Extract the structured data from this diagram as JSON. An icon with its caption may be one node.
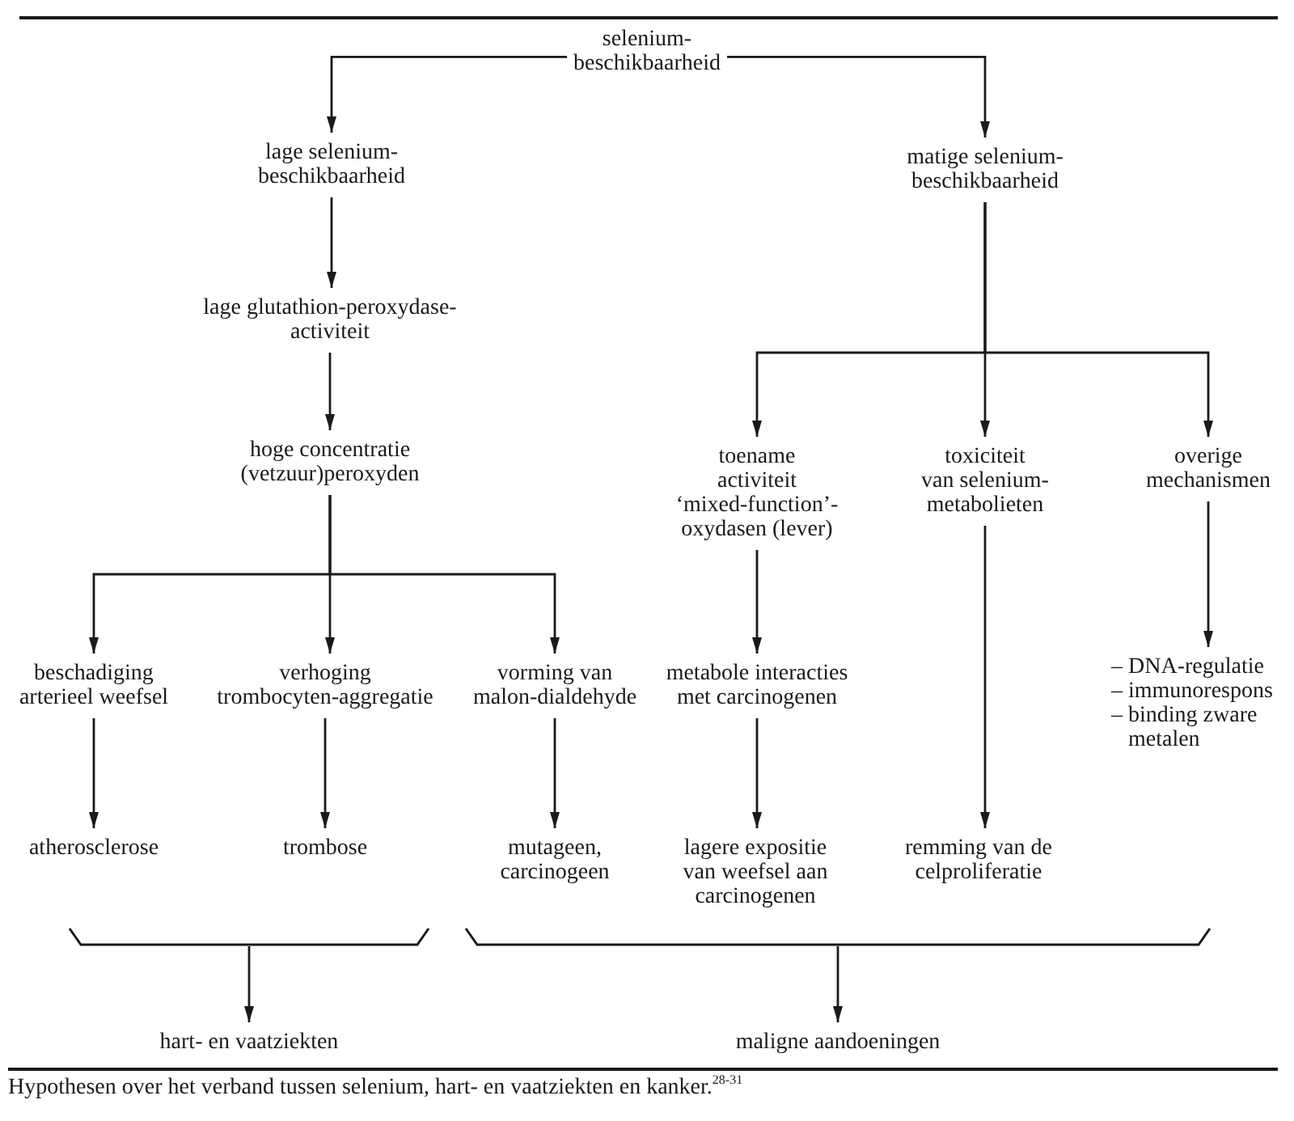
{
  "diagram": {
    "caption": "Hypothesen over het verband tussen selenium, hart- en vaatziekten en kanker.$^{28-31}$",
    "nodes": [
      {
        "text": [
          "selenium- beschikbaarheid"
        ]
      },
      {
        "text": [
          "lage selenium- beschikbaarheid"
        ]
      },
      {
        "text": [
          "matige selenium- beschikbaarheid"
        ]
      },
      {
        "text": [
          "lage glutathion-peroxydase- activiteit"
        ]
      },
      {
        "text": [
          "hoge concentratie (vetzuur)peroxyden"
        ]
      },
      {
        "text": [
          "toename activiteit ‘mixed-function’- oxydasen (lever)"
        ]
      },
      {
        "text": [
          "toxiciteit van selenium- metabolieten"
        ]
      },
      {
        "text": [
          "overige mechanismen"
        ]
      },
      {
        "text": [
          "beschadiging arterieel weefsel"
        ]
      },
      {
        "text": [
          "verhoging trombocyten-aggregatie"
        ]
      },
      {
        "text": [
          "vorming van malon-dialdehyde"
        ]
      },
      {
        "text": [
          "metabole interacties met carcinogenen"
        ]
      },
      {
        "text": [
          "– DNA-regulatie",
          "– immunorespons",
          "– binding zware metalen"
        ]
      },
      {
        "text": [
          "atherosclerose"
        ]
      },
      {
        "text": [
          "trombose"
        ]
      },
      {
        "text": [
          "mutageen, carcinogeen"
        ]
      },
      {
        "text": [
          "lagere expositie van weefsel aan carcinogenen"
        ]
      },
      {
        "text": [
          "remming van de celproliferatie"
        ]
      },
      {
        "text": [],
        "shape": "bracket"
      },
      {
        "text": [],
        "shape": "bracket"
      },
      {
        "text": [
          "hart- en vaatziekten"
        ]
      },
      {
        "text": [
          "maligne aandoeningen"
        ]
      }
    ],
    "edges": [
      {
        "from": 0,
        "to": 1,
        "arrow": "to"
      },
      {
        "from": 0,
        "to": 2,
        "arrow": "to"
      },
      {
        "from": 1,
        "to": 3,
        "arrow": "to"
      },
      {
        "from": 2,
        "to": 5,
        "arrow": "to"
      },
      {
        "from": 2,
        "to": 6,
        "arrow": "to"
      },
      {
        "from": 2,
        "to": 7,
        "arrow": "to"
      },
      {
        "from": 3,
        "to": 4,
        "arrow": "to"
      },
      {
        "from": 4,
        "to": 8,
        "arrow": "to"
      },
      {
        "from": 4,
        "to": 9,
        "arrow": "to"
      },
      {
        "from": 4,
        "to": 10,
        "arrow": "to"
      },
      {
        "from": 5,
        "to": 11,
        "arrow": "to"
      },
      {
        "from": 6,
        "to": 17,
        "arrow": "to"
      },
      {
        "from": 7,
        "to": 12,
        "arrow": "to"
      },
      {
        "from": 8,
        "to": 13,
        "arrow": "to"
      },
      {
        "from": 9,
        "to": 14,
        "arrow": "to"
      },
      {
        "from": 10,
        "to": 15,
        "arrow": "to"
      },
      {
        "from": 11,
        "to": 16,
        "arrow": "to"
      },
      {
        "from": 18,
        "to": 20,
        "arrow": "to"
      },
      {
        "from": 19,
        "to": 21,
        "arrow": "to"
      }
    ]
  }
}
